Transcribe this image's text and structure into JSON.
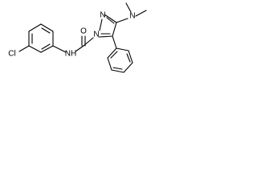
{
  "molecule": {
    "atom_labels": {
      "chlorine": "Cl",
      "amide_nitrogen": "NH",
      "carbonyl_oxygen": "O",
      "pyrazole_n1": "N",
      "pyrazole_n2": "N",
      "dimethylamino_nitrogen": "N"
    }
  }
}
